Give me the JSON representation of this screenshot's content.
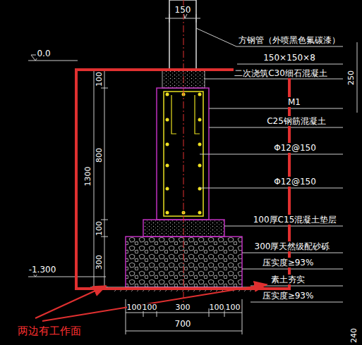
{
  "diagram": {
    "labels": [
      "150",
      "方钢管（外喷黑色氟碳漆）",
      "150×150×8",
      "二次浇筑C30细石混凝土",
      "M1",
      "C25钢筋混凝土",
      "Φ12@150",
      "Φ12@150",
      "100厚C15混凝土垫层",
      "300厚天然级配砂砾",
      "压实度≥93%",
      "素土夯实",
      "压实度≥93%",
      "0.0",
      "-1.300",
      "100",
      "800",
      "100",
      "300",
      "1300",
      "250",
      "100",
      "100",
      "300",
      "100",
      "100",
      "700",
      "两边有工作面",
      "240"
    ]
  }
}
